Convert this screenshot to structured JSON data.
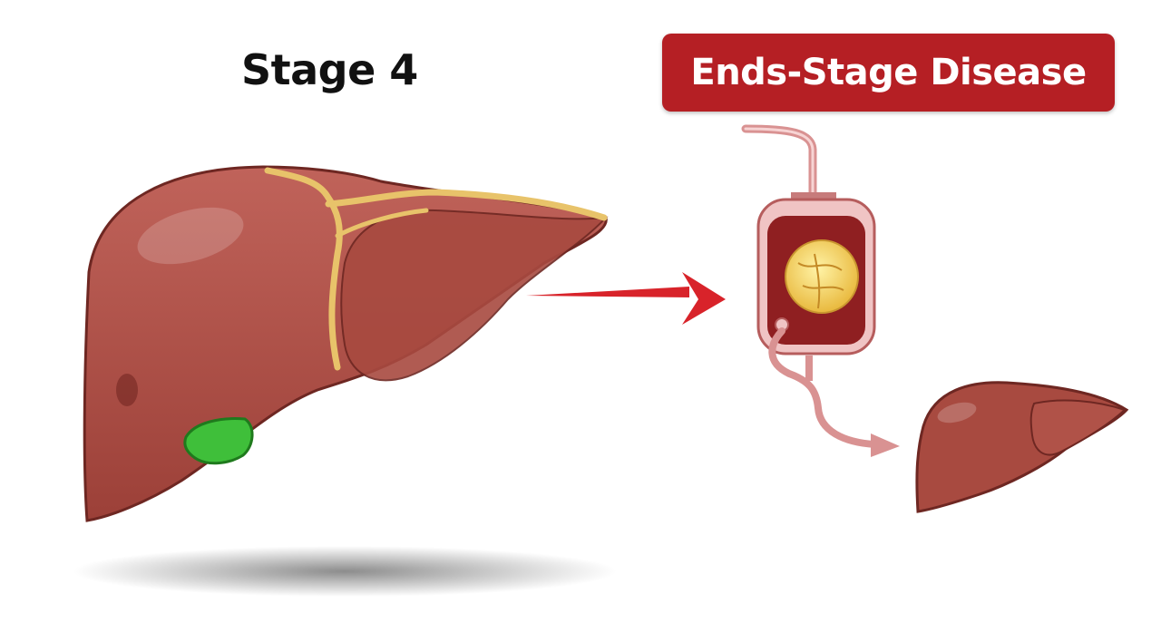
{
  "stage_label": "Stage 4",
  "badge_label": "Ends-Stage Disease",
  "colors": {
    "liver": "#a84a40",
    "liver_dark": "#7a2c26",
    "bile_duct": "#e8c36a",
    "gallbladder": "#3fbf3a",
    "arrow": "#d8232a",
    "badge": "#b51f24",
    "tube": "#d99292",
    "bag_fill": "#8f1f21",
    "sphere": "#f2d25a"
  },
  "icons": [
    "liver-illustration",
    "gallbladder",
    "red-arrow",
    "blood-bag",
    "transfusion-tube",
    "small-liver"
  ]
}
